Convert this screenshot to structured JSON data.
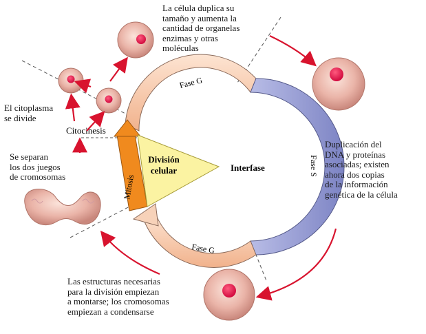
{
  "diagram": {
    "center_label": "Interfase",
    "division": {
      "line1": "División",
      "line2": "celular"
    },
    "arc_labels": {
      "g1": "Fase G",
      "s": "Fase S",
      "g2": "Fase G",
      "mitosis": "Mitosis"
    },
    "citocinesis": "Citocinesis",
    "notes": {
      "g1_growth": "La célula duplica su\ntamaño y aumenta la\ncantidad de organelas\nenzimas y otras\nmoléculas",
      "s_phase": "Duplicación del\nDNA y proteínas\nasociadas; existen\nahora dos copias\nde la información\ngenética de la célula",
      "g2_prep": "Las estructuras necesarias\npara la división empiezan\na montarse; los cromosomas\nempiezan a condensarse",
      "cytoplasm": "El citoplasma\nse divide",
      "separation": "Se separan\nlos dos juegos\nde cromosomas"
    },
    "colors": {
      "g_phase": "#f6c9a8",
      "s_phase": "#8f95cc",
      "mitosis": "#f08a1e",
      "arrow": "#d8132e",
      "cell": "#e7aaa0",
      "nucleus": "#e0134d",
      "triangle": "#fbf3a2"
    }
  }
}
